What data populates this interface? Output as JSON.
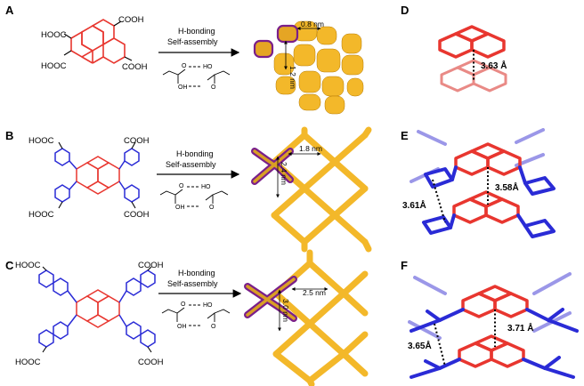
{
  "panels": {
    "A": {
      "letter": "A",
      "groups": [
        "HOOC",
        "COOH",
        "HOOC",
        "COOH"
      ],
      "arrow": {
        "line1": "H-bonding",
        "line2": "Self-assembly"
      },
      "dims": [
        "0.8 nm",
        "1.2 nm"
      ]
    },
    "B": {
      "letter": "B",
      "groups": [
        "HOOC",
        "COOH",
        "HOOC",
        "COOH"
      ],
      "arrow": {
        "line1": "H-bonding",
        "line2": "Self-assembly"
      },
      "dims": [
        "1.8 nm",
        "2.4 nm"
      ]
    },
    "C": {
      "letter": "C",
      "groups": [
        "HOOC",
        "COOH",
        "HOOC",
        "COOH"
      ],
      "arrow": {
        "line1": "H-bonding",
        "line2": "Self-assembly"
      },
      "dims": [
        "2.5 nm",
        "3.0 nm"
      ]
    },
    "D": {
      "letter": "D",
      "distances": [
        "3.63 Å"
      ]
    },
    "E": {
      "letter": "E",
      "distances": [
        "3.61Å",
        "3.58Å"
      ]
    },
    "F": {
      "letter": "F",
      "distances": [
        "3.65Å",
        "3.71 Å"
      ]
    }
  },
  "dimer": {
    "o": "O",
    "oh": "OH",
    "ho": "HO"
  },
  "colors": {
    "core": "#e8362f",
    "linker": "#2a2bd6",
    "network": "#f3b82a",
    "highlight": "#7a1f8a"
  }
}
